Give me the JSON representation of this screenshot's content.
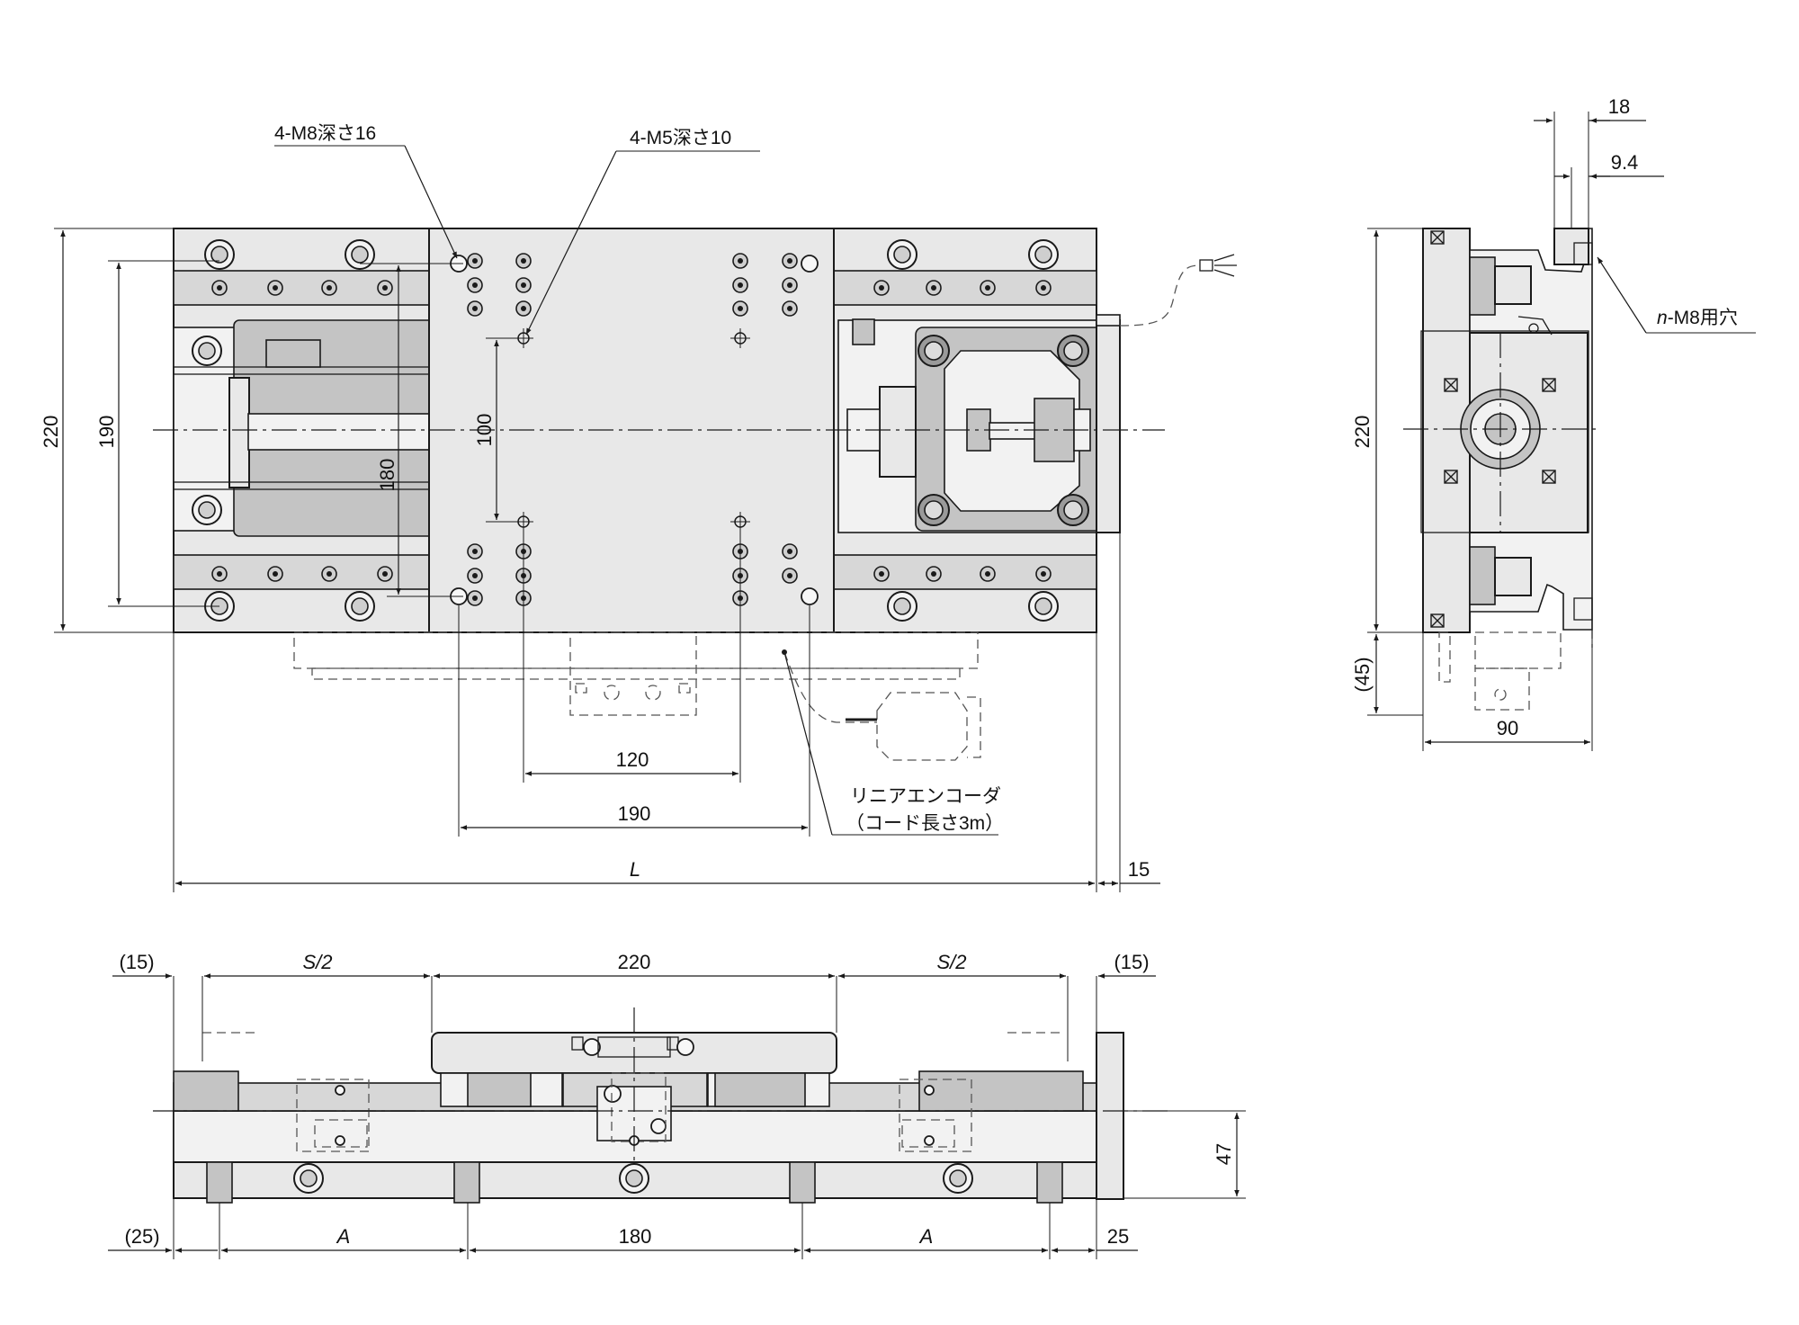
{
  "notes": {
    "m8_holes": "4-M8深さ16",
    "m5_holes": "4-M5深さ10",
    "encoder_line1": "リニアエンコーダ",
    "encoder_line2": "（コード長さ3m）",
    "side_tap_prefix": "n",
    "side_tap_suffix": "-M8用穴"
  },
  "top_view": {
    "height": "220",
    "rail_span": "190",
    "hole_pitch_v": "180",
    "hole_pitch_v2": "100",
    "pitch_120": "120",
    "pitch_190": "190",
    "length": "L",
    "motor_offset": "15"
  },
  "end_view": {
    "height": "220",
    "below": "(45)",
    "width": "90",
    "flange": "18",
    "offset": "9.4"
  },
  "front_view": {
    "left_gap": "(15)",
    "half_stroke_left": "S/2",
    "table": "220",
    "half_stroke_right": "S/2",
    "right_gap": "(15)",
    "height": "47",
    "left_end": "(25)",
    "pitch_a_left": "A",
    "pitch_mid": "180",
    "pitch_a_right": "A",
    "right_end": "25"
  }
}
